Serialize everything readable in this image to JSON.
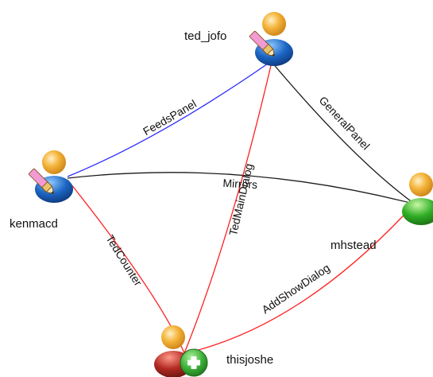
{
  "colors": {
    "edge_black": "#1a1a1a",
    "edge_red": "#ff2020",
    "edge_blue": "#2a2aff",
    "head": "#f4b43a",
    "body_blue": "#1c66c4",
    "body_green": "#2fae25",
    "body_red": "#b22a22",
    "pencil": "#f29ad2",
    "plus_badge": "#3aae36"
  },
  "nodes": {
    "ted": {
      "label": "ted_jofo",
      "icon": "user-edit-icon"
    },
    "ken": {
      "label": "kenmacd",
      "icon": "user-edit-icon"
    },
    "mh": {
      "label": "mhstead",
      "icon": "user-green-icon"
    },
    "thi": {
      "label": "thisjoshe",
      "icon": "user-add-icon"
    }
  },
  "edges": {
    "feeds": {
      "label": "FeedsPanel",
      "color": "blue"
    },
    "general": {
      "label": "GeneralPanel",
      "color": "black"
    },
    "mirrors": {
      "label": "Mirrors",
      "color": "black"
    },
    "tedmain": {
      "label": "TedMainDialog",
      "color": "red"
    },
    "tedcounter": {
      "label": "TedCounter",
      "color": "red"
    },
    "addshow": {
      "label": "AddShowDialog",
      "color": "red"
    }
  }
}
